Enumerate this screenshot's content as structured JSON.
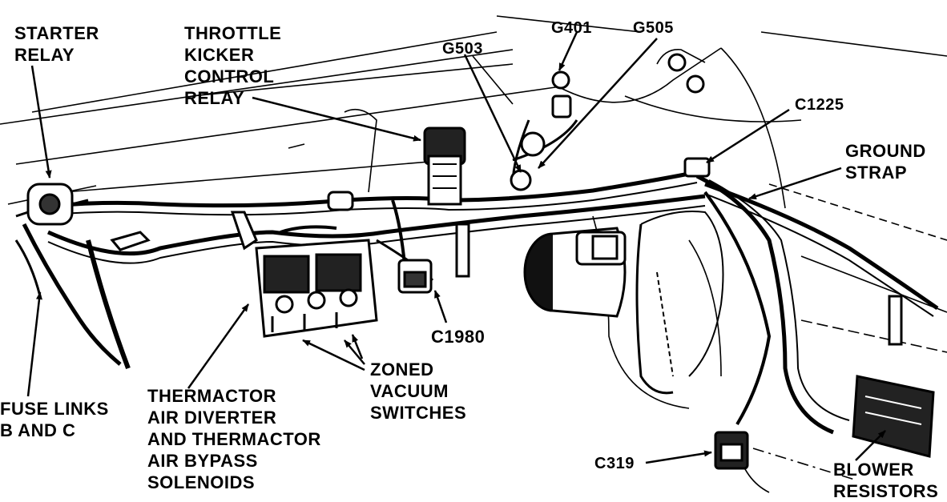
{
  "labels": {
    "starter_relay": "STARTER\nRELAY",
    "throttle_kicker": "THROTTLE\nKICKER\nCONTROL\nRELAY",
    "g503": "G503",
    "g401": "G401",
    "g505": "G505",
    "c1225": "C1225",
    "ground_strap": "GROUND\nSTRAP",
    "c1980": "C1980",
    "zoned_vacuum": "ZONED\nVACUUM\nSWITCHES",
    "fuse_links": "FUSE LINKS\nB AND C",
    "thermactor": "THERMACTOR\nAIR DIVERTER\nAND THERMACTOR\nAIR BYPASS\nSOLENOIDS",
    "c319": "C319",
    "blower_resistors": "BLOWER\nRESISTORS"
  }
}
